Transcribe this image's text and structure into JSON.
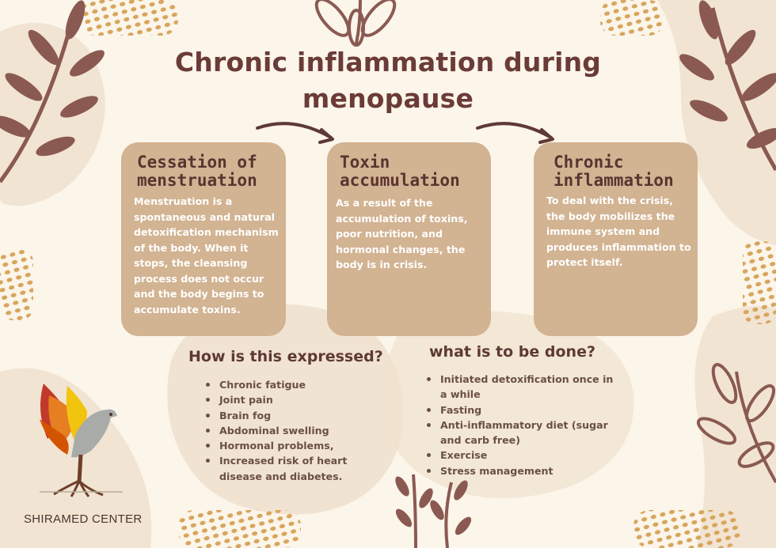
{
  "title": "Chronic inflammation during menopause",
  "colors": {
    "background": "#fbf5ea",
    "card": "#d2b392",
    "blob": "#f1e3d1",
    "leaf": "#8a5a52",
    "dots": "#d8a55c",
    "title": "#6b3b37"
  },
  "icons": {
    "arrow_1": "curved-arrow-icon",
    "arrow_2": "curved-arrow-icon",
    "logo": "phoenix-tree-logo-icon"
  },
  "cards": [
    {
      "heading": "Cessation of menstruation",
      "text": "Menstruation is a spontaneous and natural detoxification mechanism of the body. When it stops, the cleansing process does not occur and the body begins to accumulate toxins."
    },
    {
      "heading": "Toxin accumulation",
      "text": "As a result of the accumulation of toxins, poor nutrition, and hormonal changes, the body is in crisis."
    },
    {
      "heading": "Chronic inflammation",
      "text": "To deal with the crisis, the body mobilizes the immune system and produces inflammation to protect itself."
    }
  ],
  "expressed": {
    "title": "How is this expressed?",
    "items": [
      "Chronic fatigue",
      "Joint pain",
      "Brain fog",
      "Abdominal swelling",
      "Hormonal problems,",
      "Increased risk of heart disease and diabetes."
    ]
  },
  "todo": {
    "title": "what is to be done?",
    "items": [
      "Initiated detoxification once in a while",
      "Fasting",
      "Anti-inflammatory diet (sugar and carb free)",
      "Exercise",
      "Stress management"
    ]
  },
  "brand": "SHIRAMED CENTER"
}
